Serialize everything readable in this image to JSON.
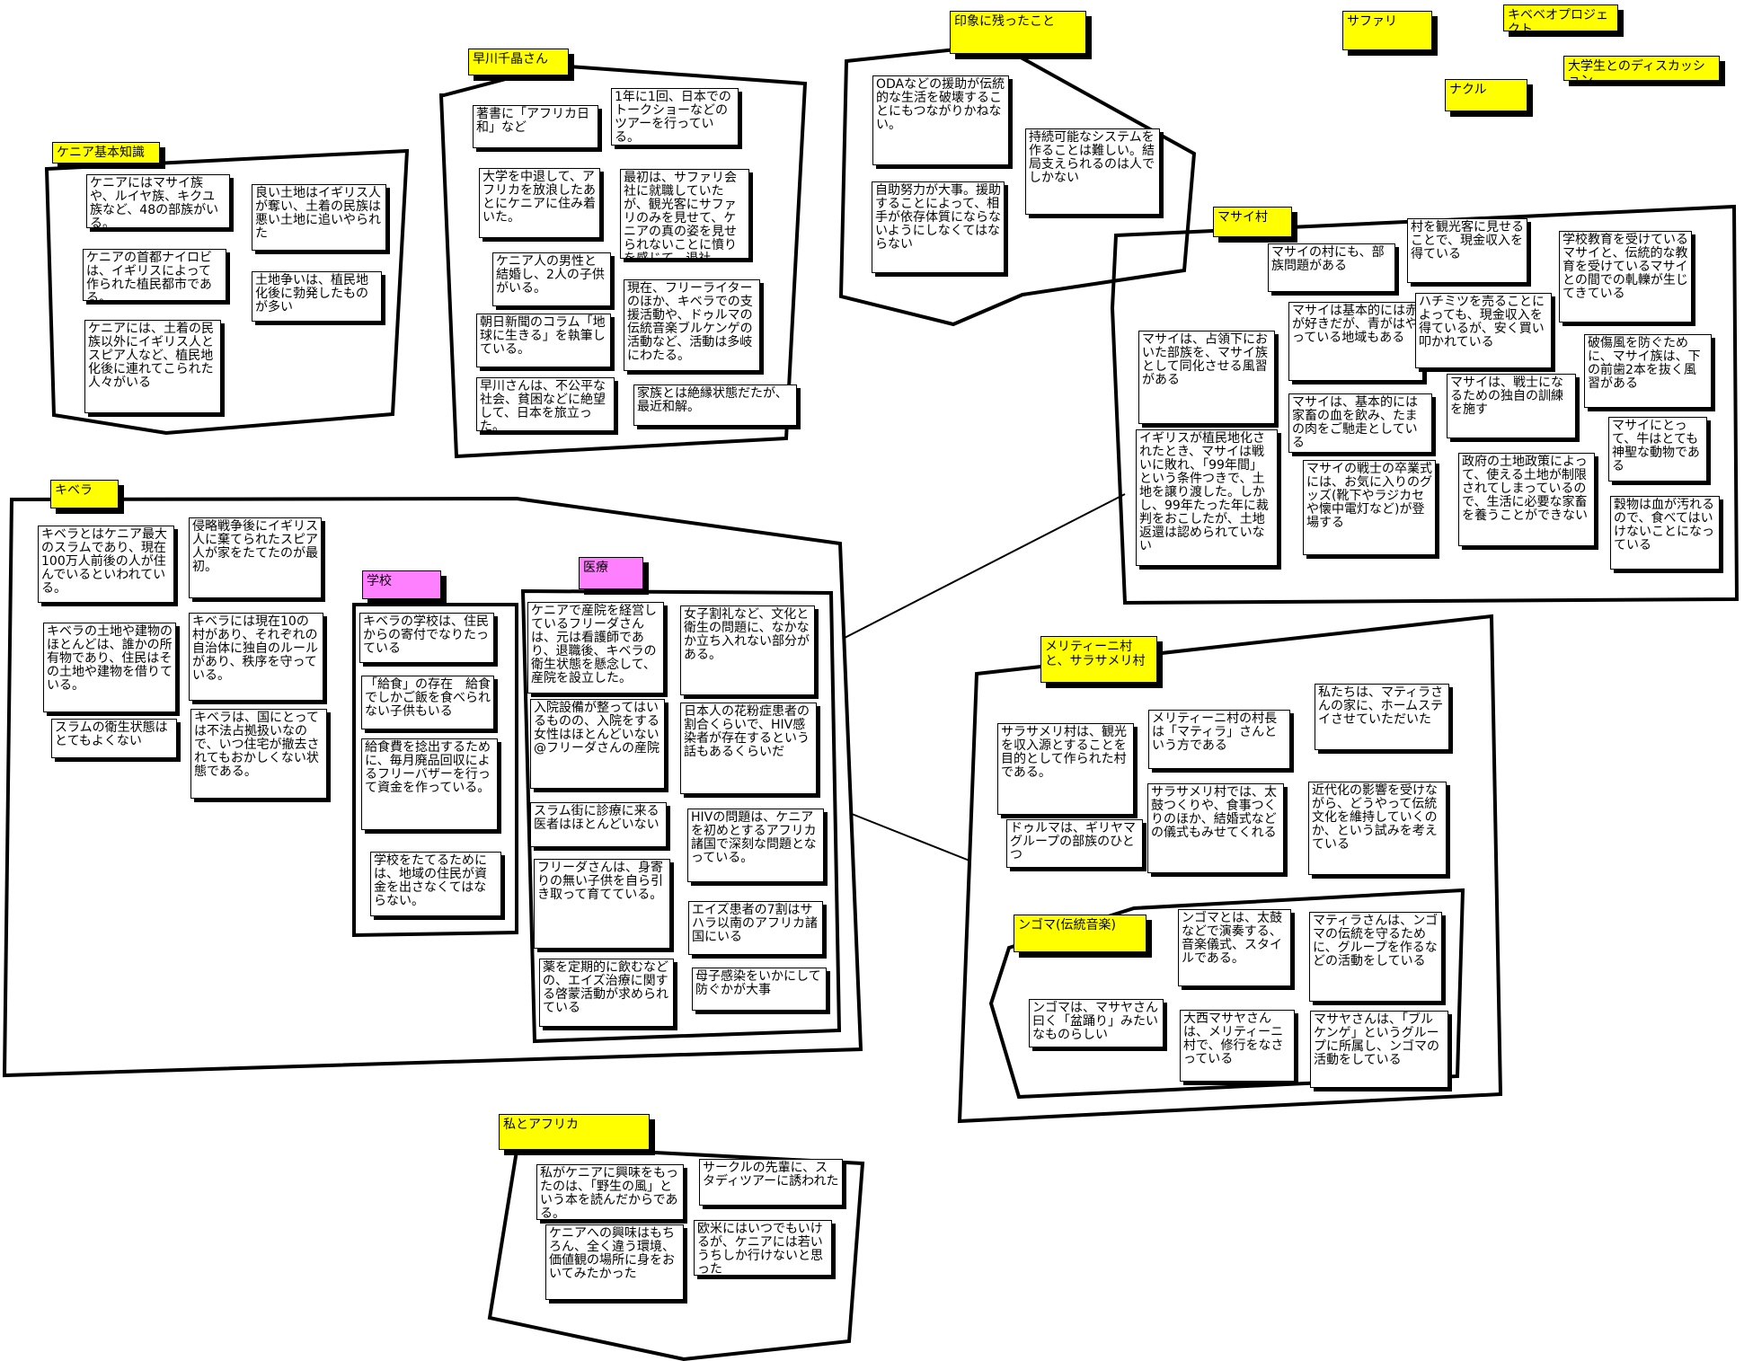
{
  "groups": {
    "kenya_basics": {
      "title": "ケニア基本知識",
      "cards": [
        "ケニアにはマサイ族や、ルイヤ族、キクユ族など、48の部族がいる。",
        "良い土地はイギリス人が奪い、土着の民族は悪い土地に追いやられた",
        "ケニアの首都ナイロビは、イギリスによって作られた植民都市である。",
        "土地争いは、植民地化後に勃発したものが多い",
        "ケニアには、土着の民族以外にイギリス人とスピア人など、植民地化後に連れてこられた人々がいる"
      ]
    },
    "hayakawa": {
      "title": "早川千晶さん",
      "cards": [
        "著書に「アフリカ日和」など",
        "1年に1回、日本でのトークショーなどのツアーを行っている。",
        "大学を中退して、アフリカを放浪したあとにケニアに住み着いた。",
        "最初は、サファリ会社に就職していたが、観光客にサファリのみを見せて、ケニアの真の姿を見せられないことに憤りを感じて、退社。",
        "ケニア人の男性と結婚し、2人の子供がいる。",
        "現在、フリーライターのほか、キベラでの支援活動や、ドゥルマの伝統音楽ブルケンゲの活動など、活動は多岐にわたる。",
        "朝日新聞のコラム「地球に生きる」を執筆している。",
        "早川さんは、不公平な社会、貧困などに絶望して、日本を旅立った。",
        "家族とは絶縁状態だたが、最近和解。"
      ]
    },
    "impressions": {
      "title": "印象に残ったこと",
      "cards": [
        "ODAなどの援助が伝統的な生活を破壊することにもつながりかねない。",
        "持続可能なシステムを作ることは難しい。結局支えられるのは人でしかない",
        "自助努力が大事。援助することによって、相手が依存体質にならないようにしなくてはならない"
      ]
    },
    "misc_labels": [
      "サファリ",
      "キベベオプロジェクト",
      "大学生とのディスカッション",
      "ナクル"
    ],
    "maasai": {
      "title": "マサイ村",
      "cards": [
        "マサイの村にも、部族問題がある",
        "村を観光客に見せることで、現金収入を得ている",
        "学校教育を受けているマサイと、伝統的な教育を受けているマサイとの間での軋轢が生じてきている",
        "マサイは基本的には赤が好きだが、青がはやっている地域もある",
        "ハチミツを売ることによっても、現金収入を得ているが、安く買い叩かれている",
        "マサイは、占領下においた部族を、マサイ族として同化させる風習がある",
        "破傷風を防ぐために、マサイ族は、下の前歯2本を抜く風習がある",
        "マサイは、戦士になるための独自の訓練を施す",
        "マサイは、基本的には家畜の血を飲み、たまの肉をご馳走としている",
        "マサイにとって、牛はとても神聖な動物である",
        "イギリスが植民地化されたとき、マサイは戦いに敗れ、「99年間」という条件つきで、土地を譲り渡した。しかし、99年たった年に裁判をおこしたが、土地返還は認められていない",
        "マサイの戦士の卒業式には、お気に入りのグッズ(靴下やラジカセや懐中電灯など)が登場する",
        "政府の土地政策によって、使える土地が制限されてしまっているので、生活に必要な家畜を養うことができない",
        "穀物は血が汚れるので、食べてはいけないことになっている"
      ]
    },
    "kibera": {
      "title": "キベラ",
      "cards": [
        "キベラとはケニア最大のスラムであり、現在100万人前後の人が住んでいるといわれている。",
        "侵略戦争後にイギリス人に棄てられたスピア人が家をたてたのが最初。",
        "キベラの土地や建物のほとんどは、誰かの所有物であり、住民はその土地や建物を借りている。",
        "キベラには現在10の村があり、それぞれの自治体に独自のルールがあり、秩序を守っている。",
        "スラムの衛生状態はとてもよくない",
        "キベラは、国にとっては不法占拠扱いなので、いつ住宅が撤去されてもおかしくない状態である。"
      ]
    },
    "school": {
      "title": "学校",
      "cards": [
        "キベラの学校は、住民からの寄付でなりたっている",
        "「給食」の存在　給食でしかご飯を食べられない子供もいる",
        "給食費を捻出するために、毎月廃品回収によるフリーバザーを行って資金を作っている。",
        "学校をたてるためには、地域の住民が資金を出さなくてはならない。"
      ]
    },
    "medical": {
      "title": "医療",
      "cards": [
        "ケニアで産院を経営しているフリーダさんは、元は看護師であり、退職後、キベラの衛生状態を懸念して、産院を設立した。",
        "女子割礼など、文化と衛生の問題に、なかなか立ち入れない部分がある。",
        "入院設備が整ってはいるものの、入院をする女性はほとんどいない@フリーダさんの産院",
        "日本人の花粉症患者の割合くらいで、HIV感染者が存在するという話もあるくらいだ",
        "スラム街に診療に来る医者はほとんどいない",
        "HIVの問題は、ケニアを初めとするアフリカ諸国で深刻な問題となっている。",
        "フリーダさんは、身寄りの無い子供を自ら引き取って育てている。",
        "エイズ患者の7割はサハラ以南のアフリカ諸国にいる",
        "薬を定期的に飲むなどの、エイズ治療に関する啓蒙活動が求められている",
        "母子感染をいかにして防ぐかが大事"
      ]
    },
    "meritini": {
      "title": "メリティーニ村と、サラサメリ村",
      "cards": [
        "私たちは、マティラさんの家に、ホームステイさせていただいた",
        "サラサメリ村は、観光を収入源とすることを目的として作られた村である。",
        "メリティーニ村の村長は「マティラ」さんという方である",
        "サラサメリ村では、太鼓つくりや、食事つくりのほか、結婚式などの儀式もみせてくれる",
        "近代化の影響を受けながら、どうやって伝統文化を維持していくのか、という試みを考えている",
        "ドゥルマは、ギリヤマグループの部族のひとつ"
      ]
    },
    "ngoma": {
      "title": "ンゴマ(伝統音楽)",
      "cards": [
        "ンゴマとは、太鼓などで演奏する、音楽儀式、スタイルである。",
        "マティラさんは、ンゴマの伝統を守るために、グループを作るなどの活動をしている",
        "ンゴマは、マサヤさん曰く「盆踊り」みたいなものらしい",
        "大西マサヤさんは、メリティーニ村で、修行をなさっている",
        "マサヤさんは、「ブルケンゲ」というグループに所属し、ンゴマの活動をしている"
      ]
    },
    "me_africa": {
      "title": "私とアフリカ",
      "cards": [
        "私がケニアに興味をもったのは、「野生の風」という本を読んだからである。",
        "サークルの先輩に、スタディツアーに誘われた",
        "ケニアへの興味はもちろん、全く違う環境、価値観の場所に身をおいてみたかった",
        "欧米にはいつでもいけるが、ケニアには若いうちしか行けないと思った"
      ]
    }
  }
}
